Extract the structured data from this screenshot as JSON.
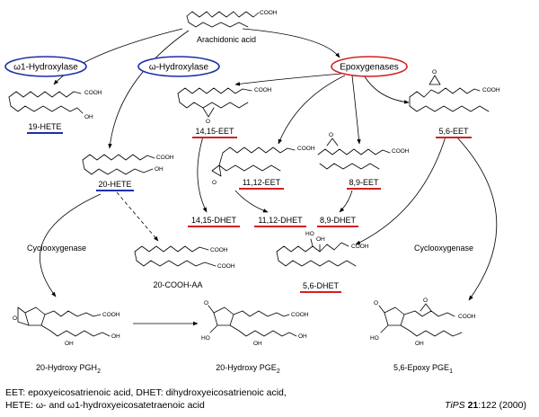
{
  "colors": {
    "blue": "#1c2fa8",
    "red": "#d42020",
    "ink": "#000000"
  },
  "enzymes": {
    "omega1_hydroxylase": "ω1-Hydroxylase",
    "omega_hydroxylase": "ω-Hydroxylase",
    "epoxygenases": "Epoxygenases",
    "cyclooxygenase_left": "Cyclooxygenase",
    "cyclooxygenase_right": "Cyclooxygenase"
  },
  "compounds": {
    "arachidonic_acid": "Arachidonic acid",
    "hete_19": "19-HETE",
    "hete_20": "20-HETE",
    "eet_14_15": "14,15-EET",
    "eet_11_12": "11,12-EET",
    "eet_8_9": "8,9-EET",
    "eet_5_6": "5,6-EET",
    "dhet_14_15": "14,15-DHET",
    "dhet_11_12": "11,12-DHET",
    "dhet_8_9": "8,9-DHET",
    "dhet_5_6": "5,6-DHET",
    "cooh_aa_20": "20-COOH-AA",
    "pgh2_20": {
      "text": "20-Hydroxy PGH",
      "sub": "2"
    },
    "pge2_20": {
      "text": "20-Hydroxy PGE",
      "sub": "2"
    },
    "pge1_epoxy": {
      "text": "5,6-Epoxy PGE",
      "sub": "1"
    }
  },
  "atoms": {
    "cooh": "COOH",
    "oh": "OH",
    "ho": "HO",
    "o": "O"
  },
  "footer": {
    "line1": "EET: epoxyeicosatrienoic acid, DHET: dihydroxyeicosatrienoic acid,",
    "line2": "HETE: ω- and ω1-hydroxyeicosatetraenoic acid"
  },
  "citation": {
    "journal": "TiPS",
    "volume": "21",
    "pages": ":122 (2000)"
  }
}
